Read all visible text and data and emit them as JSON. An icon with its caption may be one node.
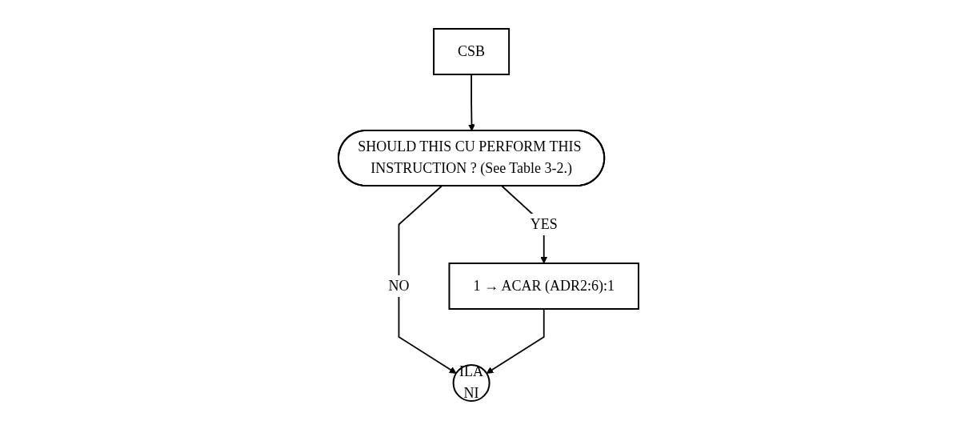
{
  "diagram": {
    "nodes": [
      {
        "text": [
          "CSB"
        ]
      },
      {
        "text": [
          "SHOULD THIS CU PERFORM THIS INSTRUCTION ? (See Table 3-2.)"
        ]
      },
      {
        "text": [
          "1 → ACAR (ADR2:6):1"
        ]
      },
      {
        "text": [
          "ILA NI"
        ]
      }
    ],
    "edges": [
      {
        "from": 0,
        "to": 1,
        "arrow": "to"
      },
      {
        "from": 1,
        "to": 2,
        "arrow": "to",
        "label": "YES"
      },
      {
        "from": 1,
        "to": 3,
        "arrow": "to",
        "label": "NO"
      },
      {
        "from": 2,
        "to": 3,
        "arrow": "to"
      }
    ]
  }
}
